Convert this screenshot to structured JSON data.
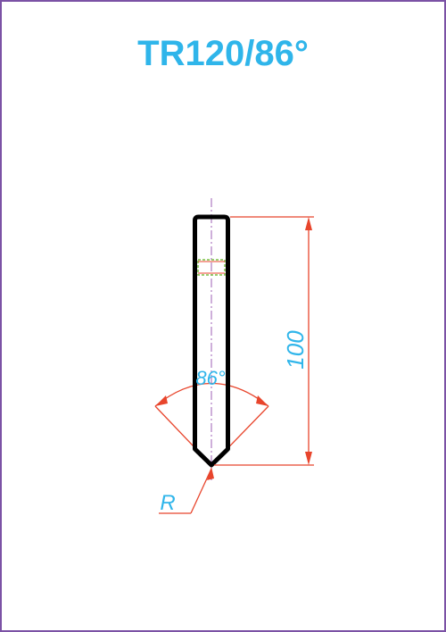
{
  "title": "TR120/86°",
  "dimensions": {
    "height": "100",
    "angle": "86°",
    "radius": "R"
  },
  "colors": {
    "frame": "#7b52a5",
    "title": "#2fb5ea",
    "outline": "#000000",
    "dimension_line": "#e8452c",
    "dimension_text": "#2fb5ea",
    "centerline": "#9c5fb5",
    "detail": "#7ac143"
  }
}
